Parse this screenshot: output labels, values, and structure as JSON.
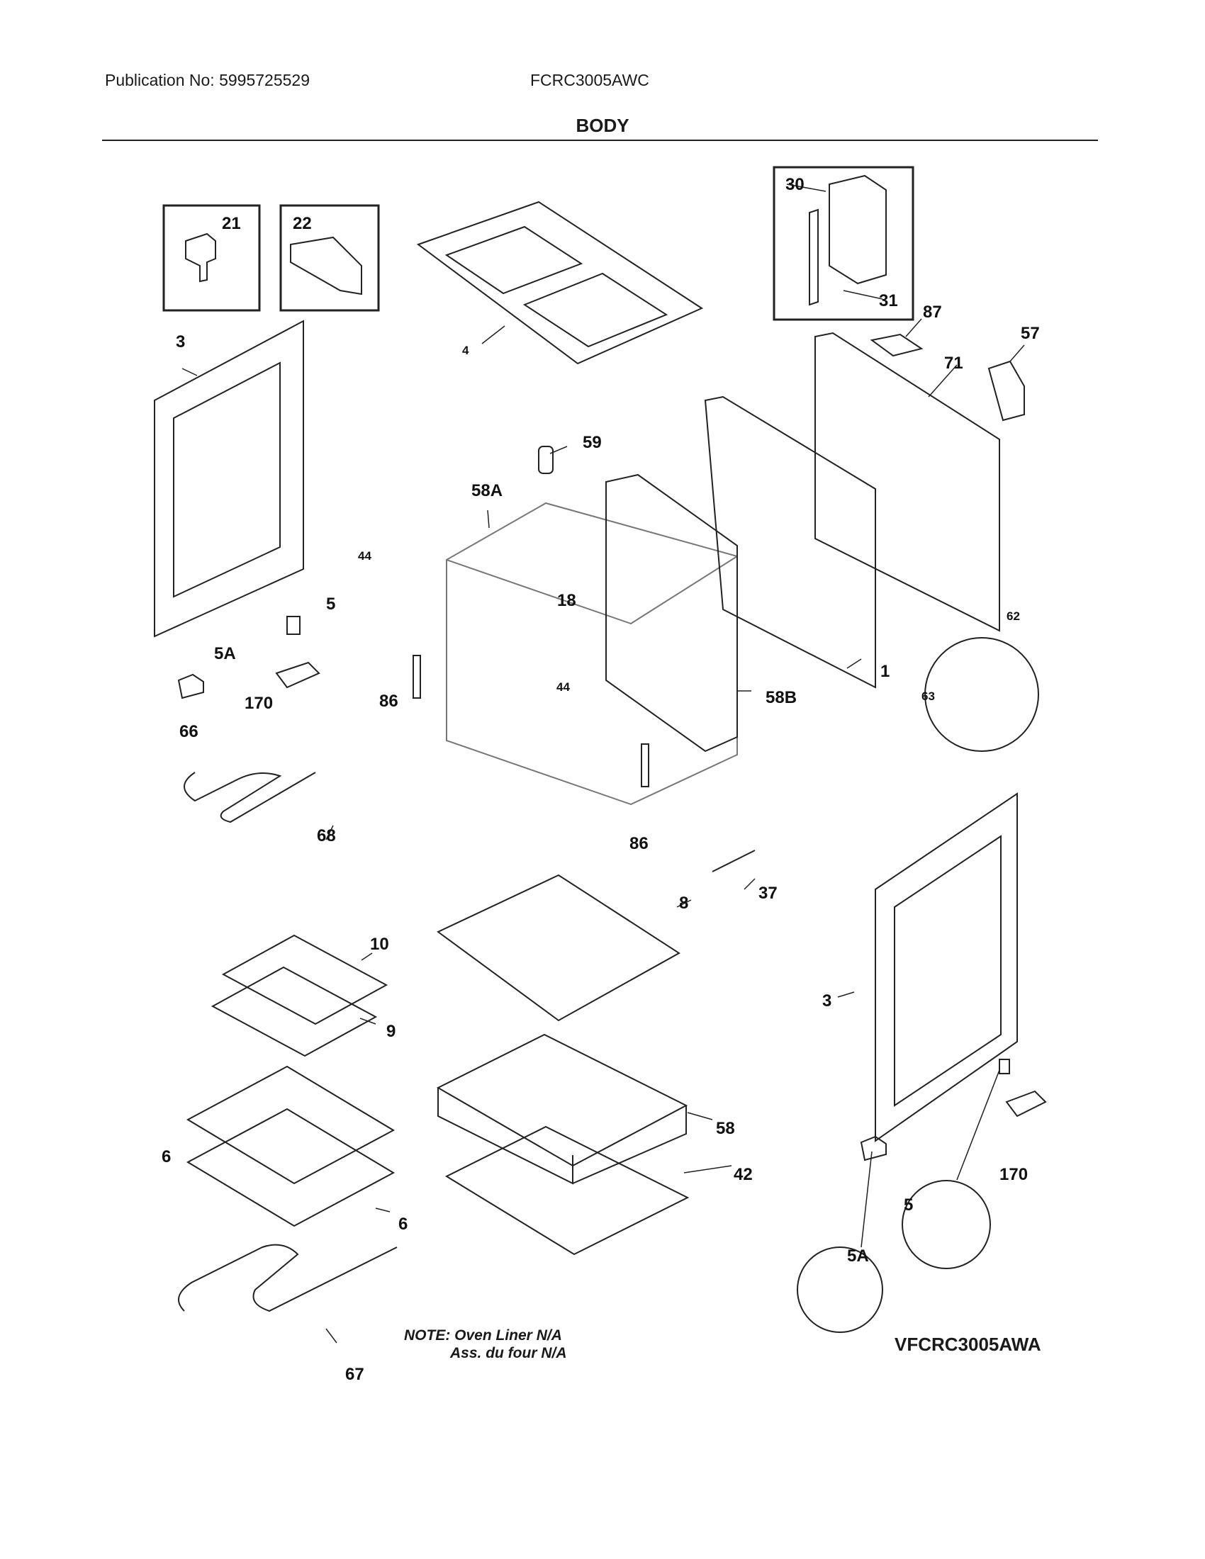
{
  "header": {
    "publication": "Publication No: 5995725529",
    "model": "FCRC3005AWC",
    "section_title": "BODY"
  },
  "callouts": [
    "21",
    "22",
    "30",
    "31",
    "87",
    "57",
    "71",
    "3",
    "4",
    "59",
    "58A",
    "44",
    "18",
    "5",
    "5A",
    "170",
    "86",
    "44",
    "1",
    "62",
    "63",
    "58B",
    "66",
    "68",
    "86",
    "37",
    "8",
    "10",
    "9",
    "3",
    "6",
    "58",
    "42",
    "6",
    "67",
    "5",
    "5A",
    "170"
  ],
  "note": {
    "line1": "NOTE: Oven Liner N/A",
    "line2": "Ass. du four N/A"
  },
  "diagram_code": "VFCRC3005AWA"
}
